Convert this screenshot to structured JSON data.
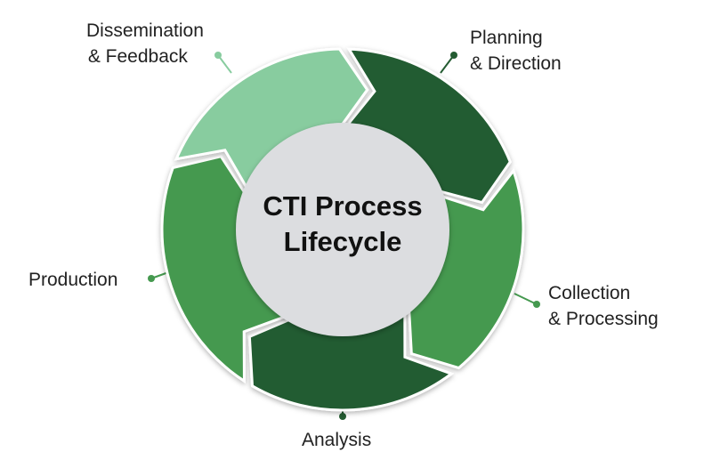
{
  "title": {
    "line1": "CTI Process",
    "line2": "Lifecycle"
  },
  "stages": [
    {
      "line1": "Planning",
      "line2": "& Direction",
      "color": "#245c32"
    },
    {
      "line1": "Collection",
      "line2": "& Processing",
      "color": "#45994f"
    },
    {
      "line1": "Analysis",
      "line2": "",
      "color": "#245c32"
    },
    {
      "line1": "Production",
      "line2": "",
      "color": "#45994f"
    },
    {
      "line1": "Dissemination",
      "line2": "& Feedback",
      "color": "#88cc9f"
    }
  ],
  "center_color": "#dcdde0"
}
